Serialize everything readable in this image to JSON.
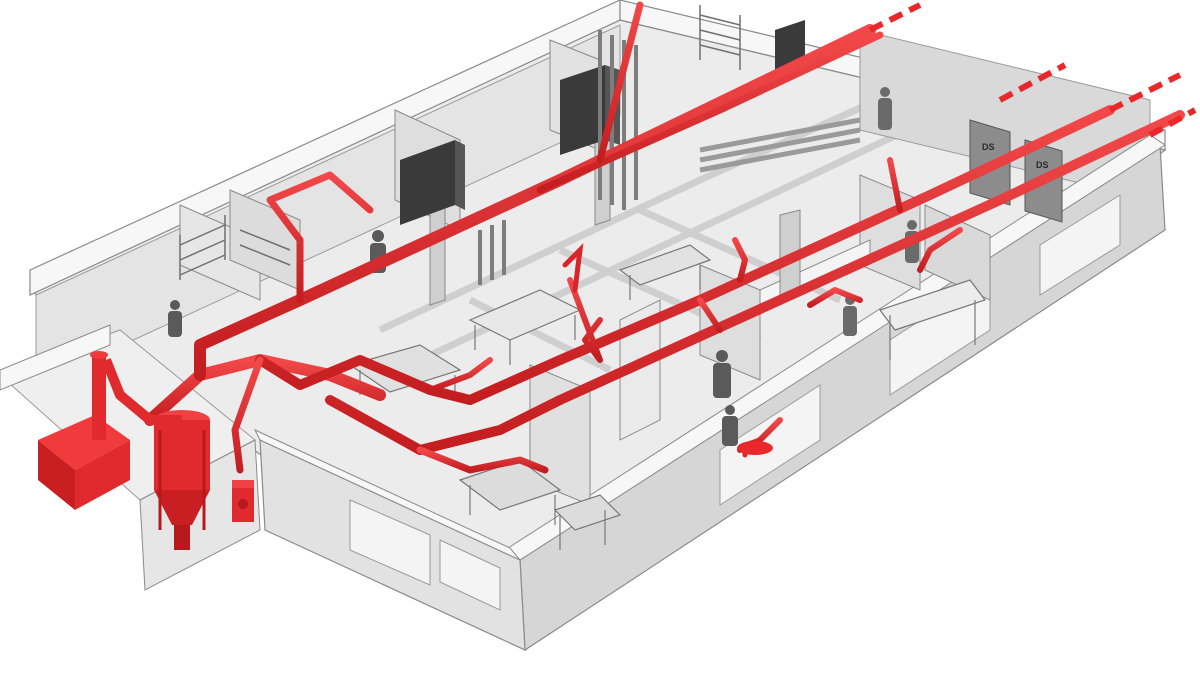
{
  "diagram": {
    "type": "isometric-building-cutaway",
    "colors": {
      "background": "#ffffff",
      "floor": "#ececec",
      "floor_stripe": "#cfcfcf",
      "wall_top": "#f7f7f7",
      "wall_face": "#dedede",
      "wall_side": "#c4c4c4",
      "wall_outline": "#8a8a8a",
      "duct": "#e8282b",
      "duct_dark": "#b8191c",
      "equipment_gray": "#6f6f6f",
      "equipment_dark": "#3a3a3a",
      "worker": "#5a5a5a"
    },
    "icons": [
      "dust-collector-icon",
      "cyclone-separator-icon",
      "fan-unit-icon",
      "extraction-arm-icon",
      "workbench-icon",
      "storage-shelf-icon",
      "cabinet-icon",
      "worker-icon",
      "door-icon",
      "pipe-rack-icon"
    ],
    "door_labels": [
      "DS",
      "DS"
    ]
  }
}
